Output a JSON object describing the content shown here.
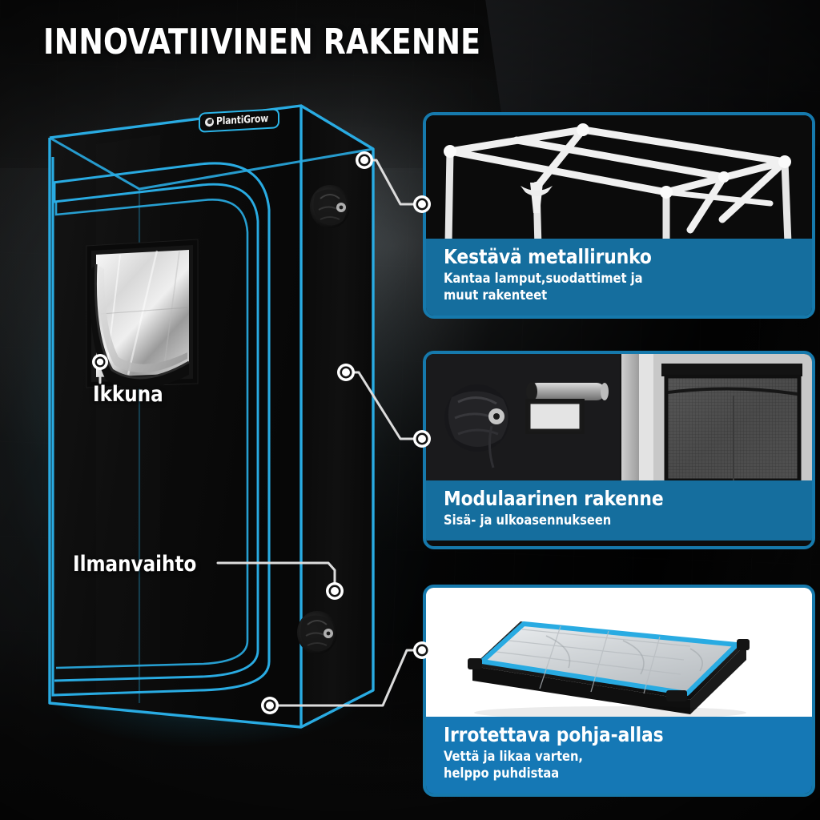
{
  "page": {
    "title": "INNOVATIIVINEN RAKENNE",
    "brand": "PlantiGrow",
    "accent_blue": "#1679ac",
    "piping_blue": "#29abe2",
    "caption_blue": "#156e9e",
    "caption_blue_alt": "#1578b5",
    "background": "#101010"
  },
  "product": {
    "name": "grow-tent",
    "logo_label": "PlantiGrow",
    "logo_icon": "leaf-circle-icon",
    "callouts": [
      {
        "id": "ikkuna",
        "label": "Ikkuna",
        "marker": "ring-marker"
      },
      {
        "id": "ilmanvaihto",
        "label": "Ilmanvaihto",
        "marker": "ring-marker"
      }
    ]
  },
  "panels": [
    {
      "id": "metallirunko",
      "title": "Kestävä metallirunko",
      "subtitle": "Kantaa lamput,suodattimet ja\nmuut rakenteet",
      "photo": "white-metal-frame-on-black",
      "photo_bg": "#0b0b0b",
      "caption_bg": "#156e9e"
    },
    {
      "id": "modulaarinen",
      "title": "Modulaarinen rakenne",
      "subtitle": "Sisä- ja ulkoasennukseen",
      "photo": "duct-port-vent-flap-and-mesh-screen-door",
      "photo_bg": "#131313",
      "caption_bg": "#156e9e"
    },
    {
      "id": "pohja-allas",
      "title": "Irrotettava pohja-allas",
      "subtitle": "Vettä ja likaa varten,\nhelppo puhdistaa",
      "photo": "removable-floor-tray-on-white",
      "photo_bg": "#ffffff",
      "caption_bg": "#1578b5"
    }
  ]
}
